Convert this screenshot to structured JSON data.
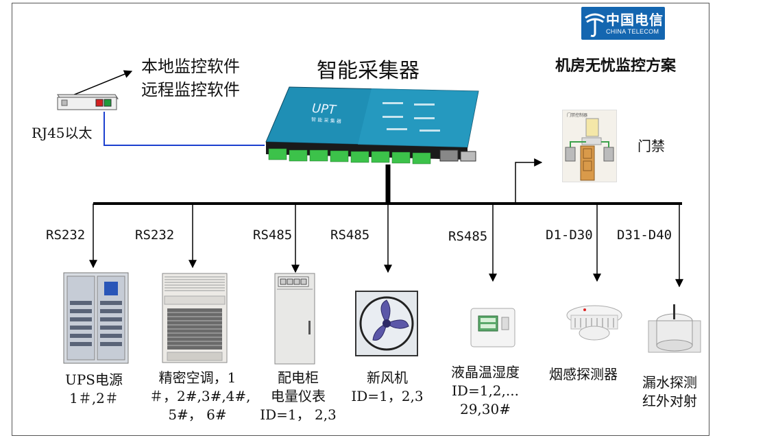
{
  "header": {
    "logo_cn": "中国电信",
    "logo_en": "CHINA TELECOM",
    "solution_title": "机房无忧监控方案"
  },
  "hub": {
    "title": "智能采集器",
    "brand": "UPT",
    "subtitle": "智 能 采 集 器"
  },
  "network": {
    "local_software": "本地监控软件",
    "remote_software": "远程监控软件",
    "ethernet_label": "RJ45以太"
  },
  "access": {
    "label": "门禁",
    "device_caption": "门禁控制器"
  },
  "devices": [
    {
      "interface": "RS232",
      "lines": [
        "UPS电源",
        "1＃,2＃"
      ]
    },
    {
      "interface": "RS232",
      "lines": [
        "精密空调，1",
        "＃，2#,3#,4#,",
        "5#， 6#"
      ]
    },
    {
      "interface": "RS485",
      "lines": [
        "配电柜",
        "电量仪表",
        "ID=1， 2,3"
      ]
    },
    {
      "interface": "RS485",
      "lines": [
        "新风机",
        "ID=1，2,3"
      ]
    },
    {
      "interface": "RS485",
      "lines": [
        "液晶温湿度",
        "ID=1,2,...",
        "29,30#"
      ]
    },
    {
      "interface": "D1-D30",
      "lines": [
        "烟感探测器"
      ]
    },
    {
      "interface": "D31-D40",
      "lines": [
        "漏水探测",
        "红外对射"
      ]
    }
  ],
  "colors": {
    "telecom_blue": "#1466b0",
    "device_teal": "#1f8fb5",
    "ethernet_wire": "#1b3fcf"
  }
}
